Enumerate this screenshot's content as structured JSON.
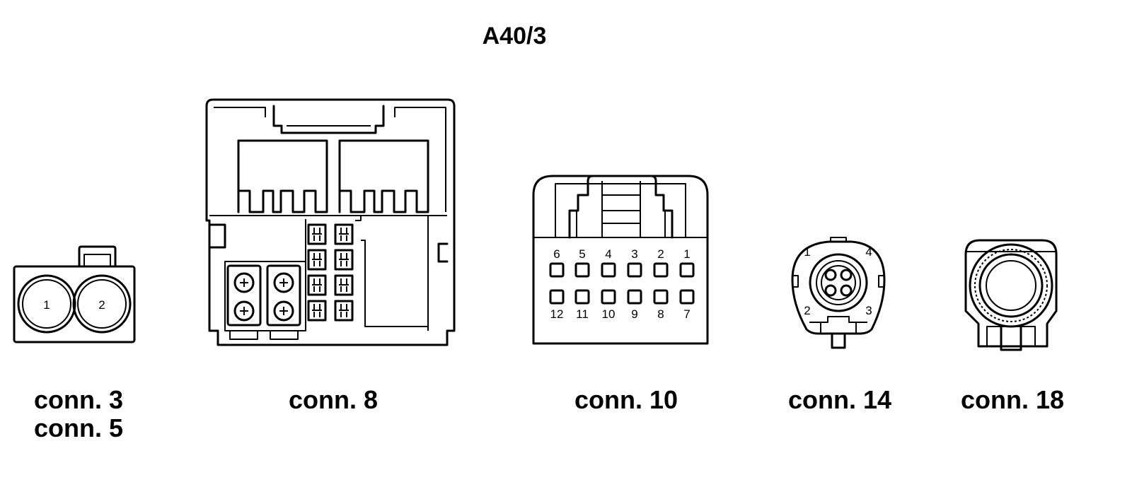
{
  "title": "A40/3",
  "connectors": {
    "c35": {
      "label_a": "conn. 3",
      "label_b": "conn. 5",
      "pins": [
        "1",
        "2"
      ]
    },
    "c8": {
      "label": "conn. 8"
    },
    "c10": {
      "label": "conn. 10",
      "top_pins": [
        "6",
        "5",
        "4",
        "3",
        "2",
        "1"
      ],
      "bottom_pins": [
        "12",
        "11",
        "10",
        "9",
        "8",
        "7"
      ]
    },
    "c14": {
      "label": "conn. 14",
      "pins": [
        "1",
        "4",
        "2",
        "3"
      ]
    },
    "c18": {
      "label": "conn. 18"
    }
  }
}
